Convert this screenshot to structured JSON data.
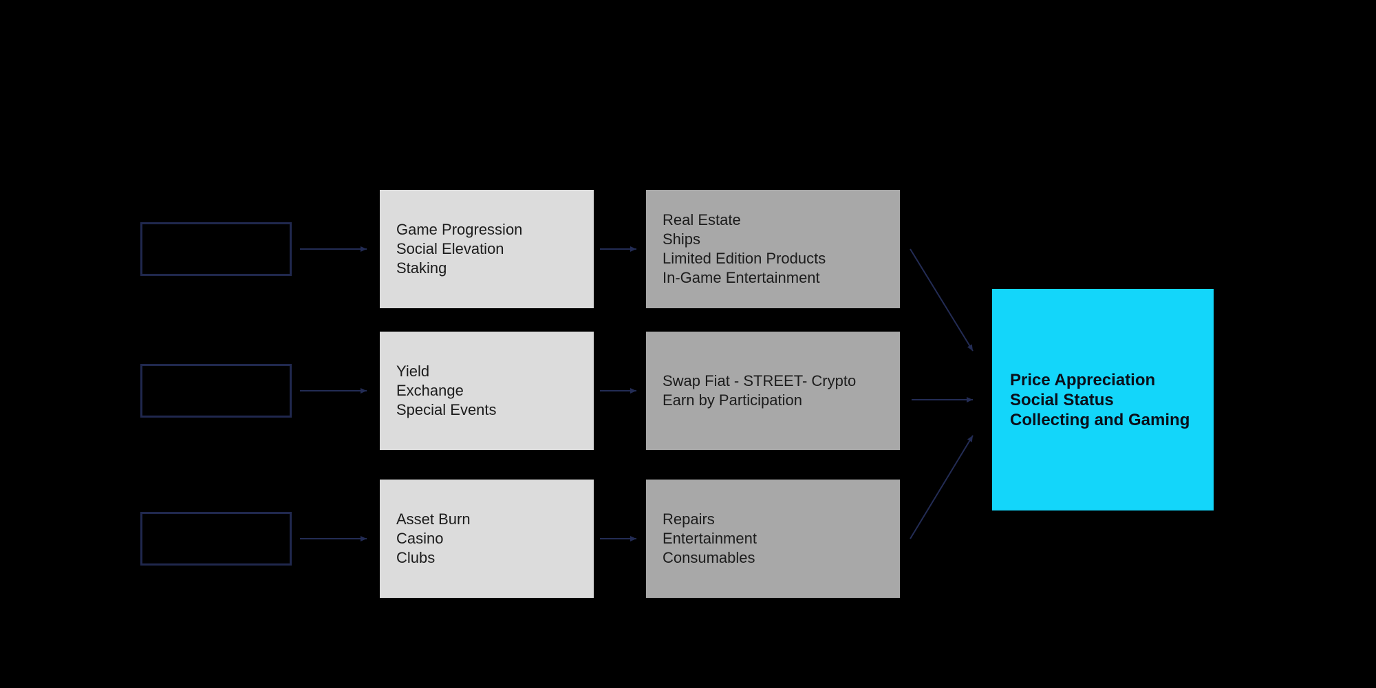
{
  "diagram": {
    "colors": {
      "background": "#000000",
      "outline_navy": "#20284e",
      "arrow_navy": "#232c55",
      "light_gray": "#dcdcdc",
      "medium_gray": "#a8a8a8",
      "cyan": "#13d6fa",
      "box_text": "#1c1c1c",
      "outcome_text": "#0a0f1a"
    },
    "rows": [
      {
        "input_box": {
          "label": ""
        },
        "utility_box": {
          "lines": [
            "Game Progression",
            "Social Elevation",
            "Staking"
          ]
        },
        "sink_box": {
          "lines": [
            "Real Estate",
            "Ships",
            "Limited Edition Products",
            "In-Game Entertainment"
          ]
        }
      },
      {
        "input_box": {
          "label": ""
        },
        "utility_box": {
          "lines": [
            "Yield",
            "Exchange",
            "Special Events"
          ]
        },
        "sink_box": {
          "lines": [
            "Swap Fiat - STREET- Crypto",
            "Earn by Participation"
          ]
        }
      },
      {
        "input_box": {
          "label": ""
        },
        "utility_box": {
          "lines": [
            "Asset Burn",
            "Casino",
            "Clubs"
          ]
        },
        "sink_box": {
          "lines": [
            "Repairs",
            "Entertainment",
            "Consumables"
          ]
        }
      }
    ],
    "outcome_box": {
      "lines": [
        "Price Appreciation",
        "Social Status",
        "Collecting and Gaming"
      ]
    }
  }
}
